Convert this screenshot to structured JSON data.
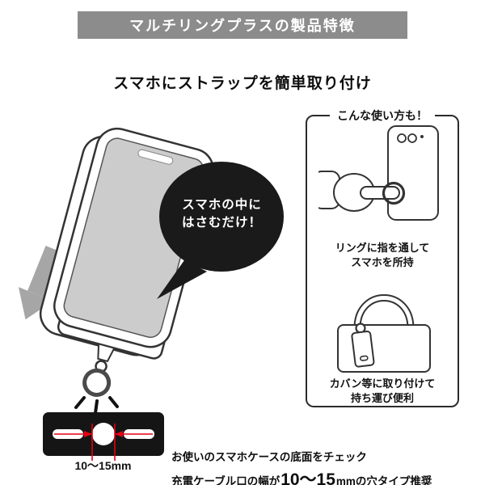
{
  "header": {
    "banner_title": "マルチリングプラスの製品特徴"
  },
  "main": {
    "subtitle": "スマホにストラップを簡単取り付け"
  },
  "callout": {
    "line1": "スマホの中に",
    "line2": "はさむだけ！"
  },
  "usage_box": {
    "title": "こんな使い方も！",
    "ring_usage": {
      "line1": "リングに指を通して",
      "line2": "スマホを所持"
    },
    "bag_usage": {
      "line1": "カバン等に取り付けて",
      "line2": "持ち運び便利"
    }
  },
  "case_check": {
    "hole_width_label": "10〜15mm",
    "note_line1": "お使いのスマホケースの底面をチェック",
    "note_line2_prefix": "充電ケーブル口の幅が",
    "note_line2_size": "10〜15",
    "note_line2_suffix": "mmの穴タイプ推奨"
  },
  "colors": {
    "banner_bg": "#8c8c8c",
    "accent_red": "#e60012",
    "bubble_bg": "#1a1a1a",
    "screen_gray": "#cccccc",
    "arrow_gray": "#a6a6a6"
  }
}
